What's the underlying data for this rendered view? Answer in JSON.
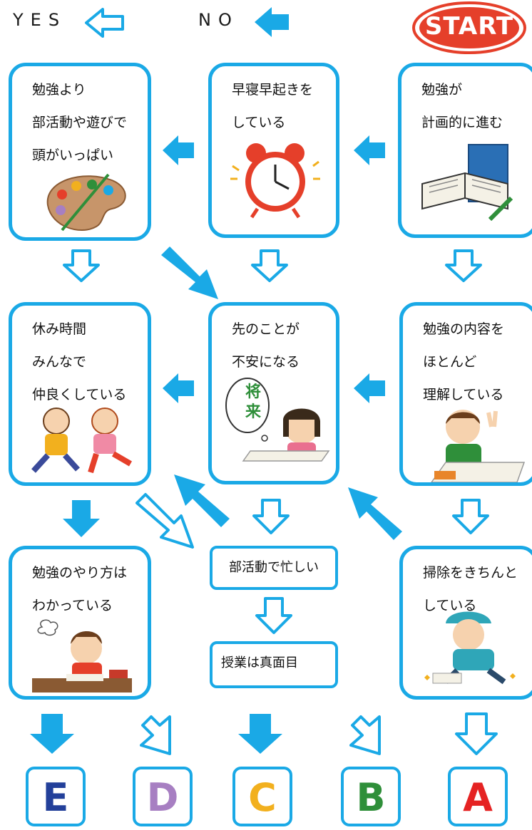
{
  "legend": {
    "yes_label": "YES",
    "no_label": "NO",
    "start_label": "START"
  },
  "colors": {
    "accent": "#1aa9e6",
    "start_red": "#e53f2a",
    "result_A": "#e52323",
    "result_B": "#2f8f3a",
    "result_C": "#f2b01e",
    "result_D": "#a77fc2",
    "result_E": "#23409a"
  },
  "questions": {
    "q_study_plan": "勉強が\n計画的に進む",
    "q_early_sleep": "早寝早起きを\nしている",
    "q_club_play": "勉強より\n部活動や遊びで\n頭がいっぱい",
    "q_understand": "勉強の内容を\nほとんど\n理解している",
    "q_future_anxiety": "先のことが\n不安になる",
    "q_break_friends": "休み時間\nみんなで\n仲良くしている",
    "q_cleaning": "掃除をきちんと\nしている",
    "q_busy_club": "部活動で忙しい",
    "q_serious_class": "授業は真面目",
    "q_study_method": "勉強のやり方は\nわかっている"
  },
  "illustration_labels": {
    "future_bubble": "将\n来"
  },
  "results": [
    "E",
    "D",
    "C",
    "B",
    "A"
  ],
  "icons": [
    "palette-icon",
    "alarm-clock-icon",
    "book-icon",
    "worried-child-icon",
    "thinking-child-icon",
    "studying-child-icon",
    "playing-children-icon",
    "cleaning-child-icon",
    "confused-student-icon"
  ]
}
